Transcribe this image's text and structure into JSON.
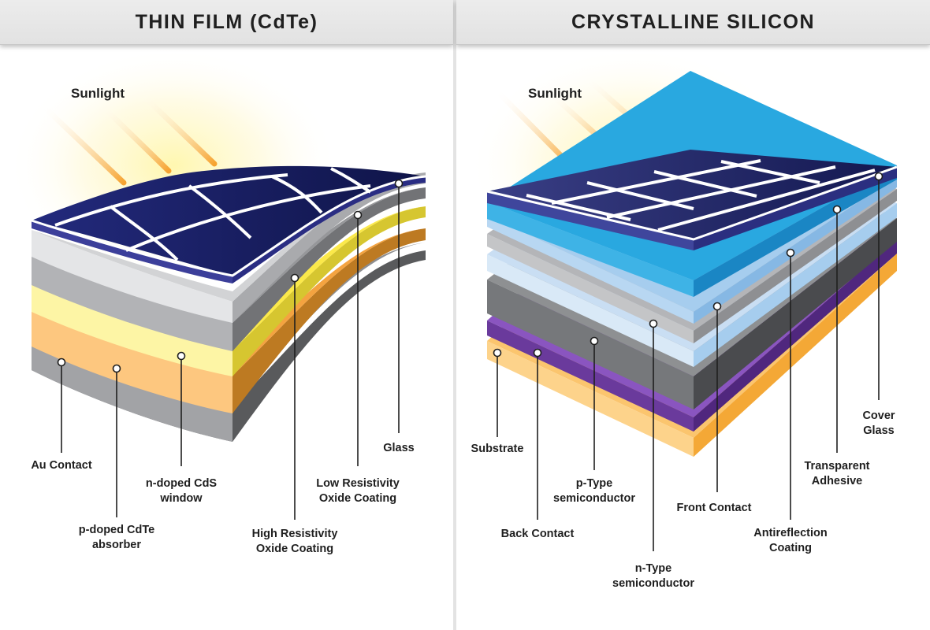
{
  "panels": {
    "left": {
      "title": "THIN FILM (CdTe)",
      "sunlight": "Sunlight",
      "labels": {
        "au_contact": "Au Contact",
        "absorber": [
          "p-doped CdTe",
          "absorber"
        ],
        "window": [
          "n-doped CdS",
          "window"
        ],
        "high_res": [
          "High Resistivity",
          "Oxide Coating"
        ],
        "low_res": [
          "Low Resistivity",
          "Oxide Coating"
        ],
        "glass": "Glass"
      }
    },
    "right": {
      "title": "CRYSTALLINE SILICON",
      "sunlight": "Sunlight",
      "labels": {
        "substrate": "Substrate",
        "back_contact": "Back Contact",
        "p_type": [
          "p-Type",
          "semiconductor"
        ],
        "n_type": [
          "n-Type",
          "semiconductor"
        ],
        "front_contact": "Front Contact",
        "antireflection": [
          "Antireflection",
          "Coating"
        ],
        "adhesive": [
          "Transparent",
          "Adhesive"
        ],
        "cover_glass": [
          "Cover",
          "Glass"
        ]
      }
    }
  },
  "colors": {
    "cell_navy": "#151a5c",
    "gray_light": "#d2d3d5",
    "gray_mid": "#8d8e91",
    "yellow": "#fbe94a",
    "orange": "#f4a340",
    "blue": "#29a8e0",
    "light_blue": "#a6cdee",
    "purple": "#6a3a9c"
  }
}
